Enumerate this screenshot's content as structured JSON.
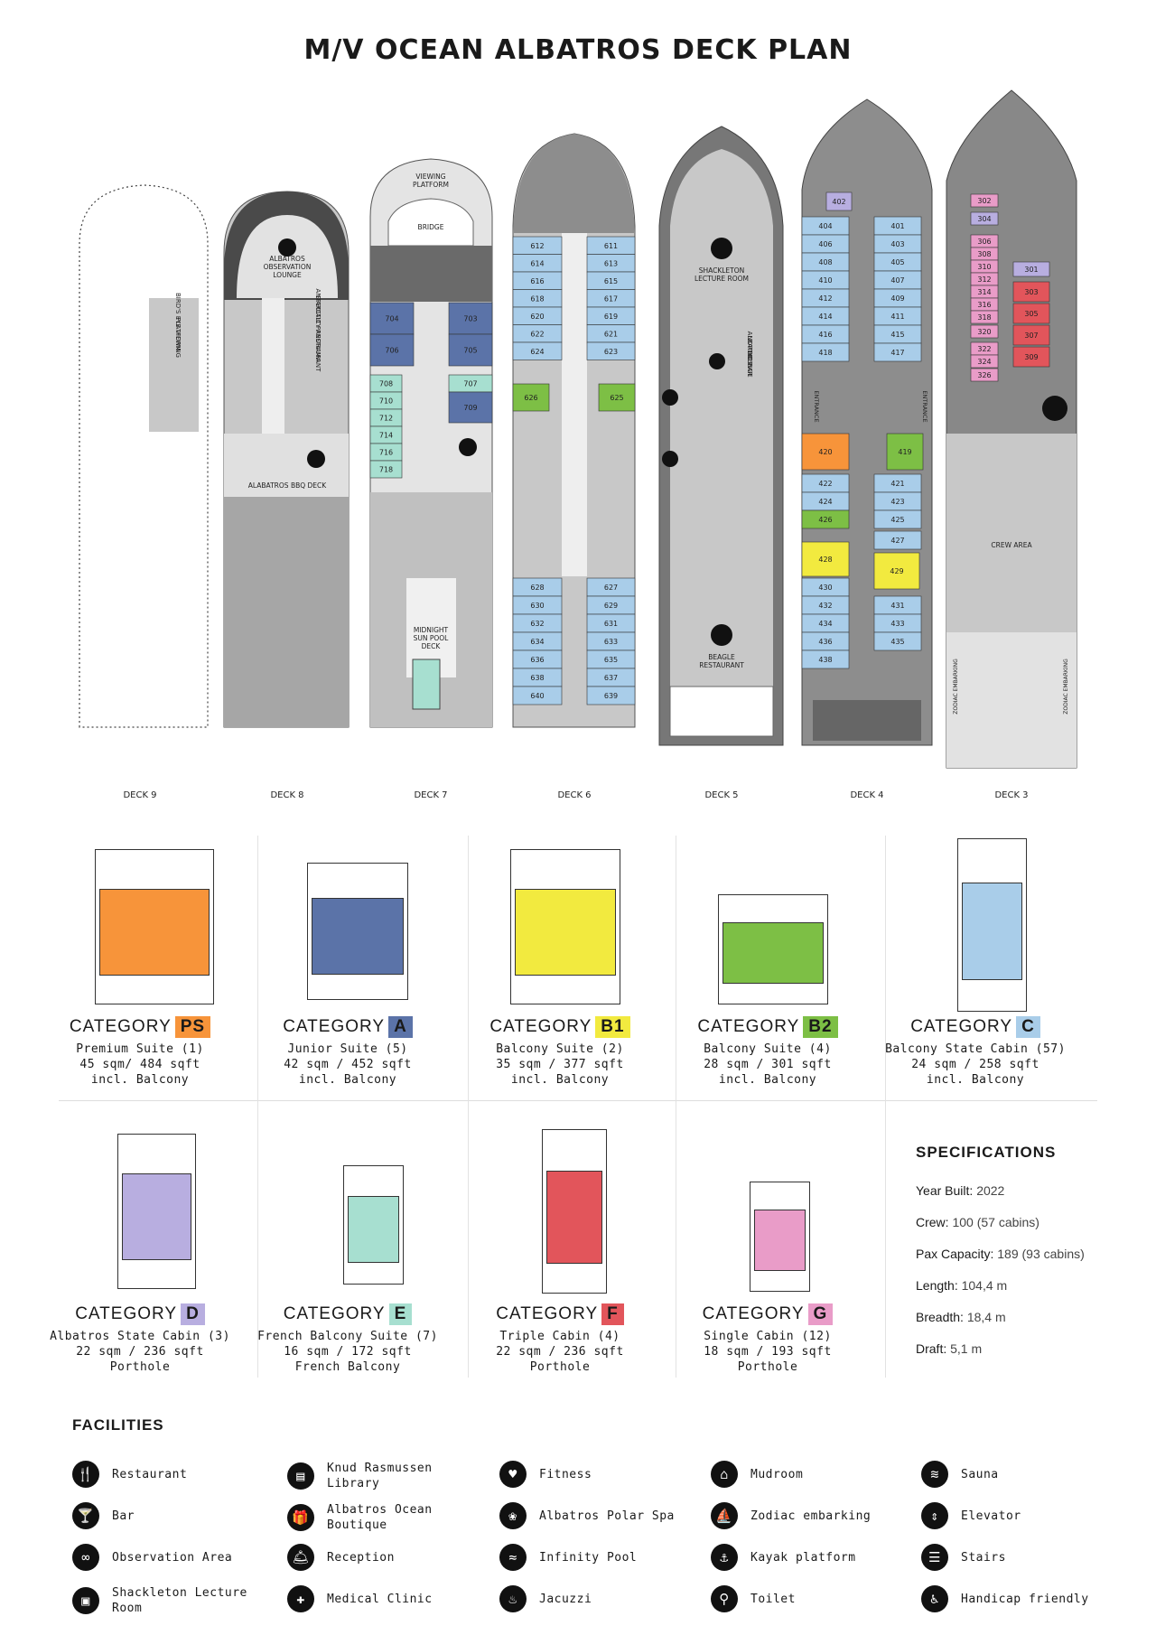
{
  "title": "M/V OCEAN ALBATROS DECK PLAN",
  "decks": {
    "labels": [
      "DECK 9",
      "DECK 8",
      "DECK 7",
      "DECK 6",
      "DECK 5",
      "DECK 4",
      "DECK 3"
    ],
    "deck9": {
      "platform": [
        "BIRD'S EYE VIEWING",
        "PLATFORM"
      ]
    },
    "deck8": {
      "lounge": [
        "ALBATROS",
        "OBSERVATION",
        "LOUNGE"
      ],
      "restaurant": [
        "ANTARCTIC PANORAMA",
        "SPECIALTY RESTAURANT"
      ],
      "bbq": "ALABATROS BBQ DECK"
    },
    "deck7": {
      "viewing": [
        "VIEWING",
        "PLATFORM"
      ],
      "bridge": "BRIDGE",
      "pool": [
        "MIDNIGHT",
        "SUN POOL",
        "DECK"
      ],
      "cabins": [
        "704",
        "703",
        "706",
        "705",
        "708",
        "707",
        "710",
        "709",
        "712",
        "714",
        "716",
        "718"
      ]
    },
    "deck6": {
      "cabins": [
        "612",
        "611",
        "614",
        "613",
        "616",
        "615",
        "618",
        "617",
        "620",
        "619",
        "622",
        "621",
        "624",
        "623",
        "626",
        "625",
        "628",
        "627",
        "630",
        "629",
        "632",
        "631",
        "634",
        "633",
        "636",
        "635",
        "638",
        "637",
        "640",
        "639"
      ]
    },
    "deck5": {
      "lecture": [
        "SHACKLETON",
        "LECTURE ROOM"
      ],
      "bar": [
        "ALBATROS",
        "NORDIC BAR",
        "LOUNGE"
      ],
      "restaurant": [
        "BEAGLE",
        "RESTAURANT"
      ]
    },
    "deck4": {
      "entrance": "ENTRANCE",
      "cabins": [
        "402",
        "404",
        "401",
        "406",
        "403",
        "408",
        "405",
        "410",
        "407",
        "412",
        "409",
        "414",
        "411",
        "416",
        "415",
        "418",
        "417",
        "420",
        "419",
        "422",
        "421",
        "424",
        "423",
        "426",
        "425",
        "427",
        "428",
        "429",
        "430",
        "432",
        "431",
        "434",
        "433",
        "436",
        "435",
        "438"
      ]
    },
    "deck3": {
      "crew": "CREW AREA",
      "zodiac": "ZODIAC EMBARKING",
      "cabins": [
        "302",
        "304",
        "301",
        "306",
        "303",
        "308",
        "310",
        "305",
        "312",
        "314",
        "307",
        "316",
        "318",
        "309",
        "320",
        "322",
        "324",
        "326"
      ]
    }
  },
  "colors": {
    "PS": "#f7943a",
    "A": "#5b73a8",
    "B1": "#f2ea3f",
    "B2": "#7dbf45",
    "C": "#a9cde9",
    "D": "#b8aee0",
    "E": "#a7dfd0",
    "F": "#e2555b",
    "G": "#e99cc8",
    "hull": "#9d9d9e",
    "deck": "#c8c8c8",
    "dark": "#4a4a4a"
  },
  "categories": [
    {
      "label": "CATEGORY",
      "code": "PS",
      "l1": "Premium Suite (1)",
      "l2": "45 sqm/ 484 sqft",
      "l3": "incl. Balcony"
    },
    {
      "label": "CATEGORY",
      "code": "A",
      "l1": "Junior Suite (5)",
      "l2": "42 sqm / 452 sqft",
      "l3": "incl. Balcony"
    },
    {
      "label": "CATEGORY",
      "code": "B1",
      "l1": "Balcony Suite (2)",
      "l2": "35 sqm / 377 sqft",
      "l3": "incl. Balcony"
    },
    {
      "label": "CATEGORY",
      "code": "B2",
      "l1": "Balcony Suite (4)",
      "l2": "28 sqm / 301 sqft",
      "l3": "incl. Balcony"
    },
    {
      "label": "CATEGORY",
      "code": "C",
      "l1": "Balcony State Cabin (57)",
      "l2": "24 sqm / 258 sqft",
      "l3": "incl. Balcony"
    },
    {
      "label": "CATEGORY",
      "code": "D",
      "l1": "Albatros State Cabin (3)",
      "l2": "22 sqm / 236 sqft",
      "l3": "Porthole"
    },
    {
      "label": "CATEGORY",
      "code": "E",
      "l1": "French Balcony Suite (7)",
      "l2": "16 sqm / 172 sqft",
      "l3": "French Balcony"
    },
    {
      "label": "CATEGORY",
      "code": "F",
      "l1": "Triple Cabin (4)",
      "l2": "22 sqm / 236 sqft",
      "l3": "Porthole"
    },
    {
      "label": "CATEGORY",
      "code": "G",
      "l1": "Single Cabin (12)",
      "l2": "18 sqm / 193 sqft",
      "l3": "Porthole"
    }
  ],
  "specifications": {
    "title": "SPECIFICATIONS",
    "rows": [
      {
        "k": "Year Built:",
        "v": "2022"
      },
      {
        "k": "Crew:",
        "v": "100 (57 cabins)"
      },
      {
        "k": "Pax Capacity:",
        "v": "189 (93 cabins)"
      },
      {
        "k": "Length:",
        "v": "104,4 m"
      },
      {
        "k": "Breadth:",
        "v": "18,4 m"
      },
      {
        "k": "Draft:",
        "v": "5,1 m"
      }
    ]
  },
  "facilities": {
    "title": "FACILITIES",
    "items": [
      {
        "label": "Restaurant",
        "icon": "restaurant-icon",
        "glyph": "🍴"
      },
      {
        "label": "Knud Rasmussen Library",
        "icon": "library-icon",
        "glyph": "▤"
      },
      {
        "label": "Fitness",
        "icon": "fitness-icon",
        "glyph": "♥"
      },
      {
        "label": "Mudroom",
        "icon": "mudroom-icon",
        "glyph": "⌂"
      },
      {
        "label": "Sauna",
        "icon": "sauna-icon",
        "glyph": "≋"
      },
      {
        "label": "Bar",
        "icon": "bar-icon",
        "glyph": "🍸"
      },
      {
        "label": "Albatros Ocean Boutique",
        "icon": "boutique-icon",
        "glyph": "🎁"
      },
      {
        "label": "Albatros Polar Spa",
        "icon": "spa-icon",
        "glyph": "❀"
      },
      {
        "label": "Zodiac embarking",
        "icon": "zodiac-icon",
        "glyph": "⛵"
      },
      {
        "label": "Elevator",
        "icon": "elevator-icon",
        "glyph": "⇕"
      },
      {
        "label": "Observation Area",
        "icon": "observation-icon",
        "glyph": "∞"
      },
      {
        "label": "Reception",
        "icon": "reception-icon",
        "glyph": "🛎"
      },
      {
        "label": "Infinity Pool",
        "icon": "pool-icon",
        "glyph": "≈"
      },
      {
        "label": "Kayak platform",
        "icon": "kayak-icon",
        "glyph": "⚓"
      },
      {
        "label": "Stairs",
        "icon": "stairs-icon",
        "glyph": "☰"
      },
      {
        "label": "Shackleton Lecture Room",
        "icon": "lecture-icon",
        "glyph": "▣"
      },
      {
        "label": "Medical Clinic",
        "icon": "medical-icon",
        "glyph": "✚"
      },
      {
        "label": "Jacuzzi",
        "icon": "jacuzzi-icon",
        "glyph": "♨"
      },
      {
        "label": "Toilet",
        "icon": "toilet-icon",
        "glyph": "⚲"
      },
      {
        "label": "Handicap friendly",
        "icon": "handicap-icon",
        "glyph": "♿"
      }
    ]
  }
}
